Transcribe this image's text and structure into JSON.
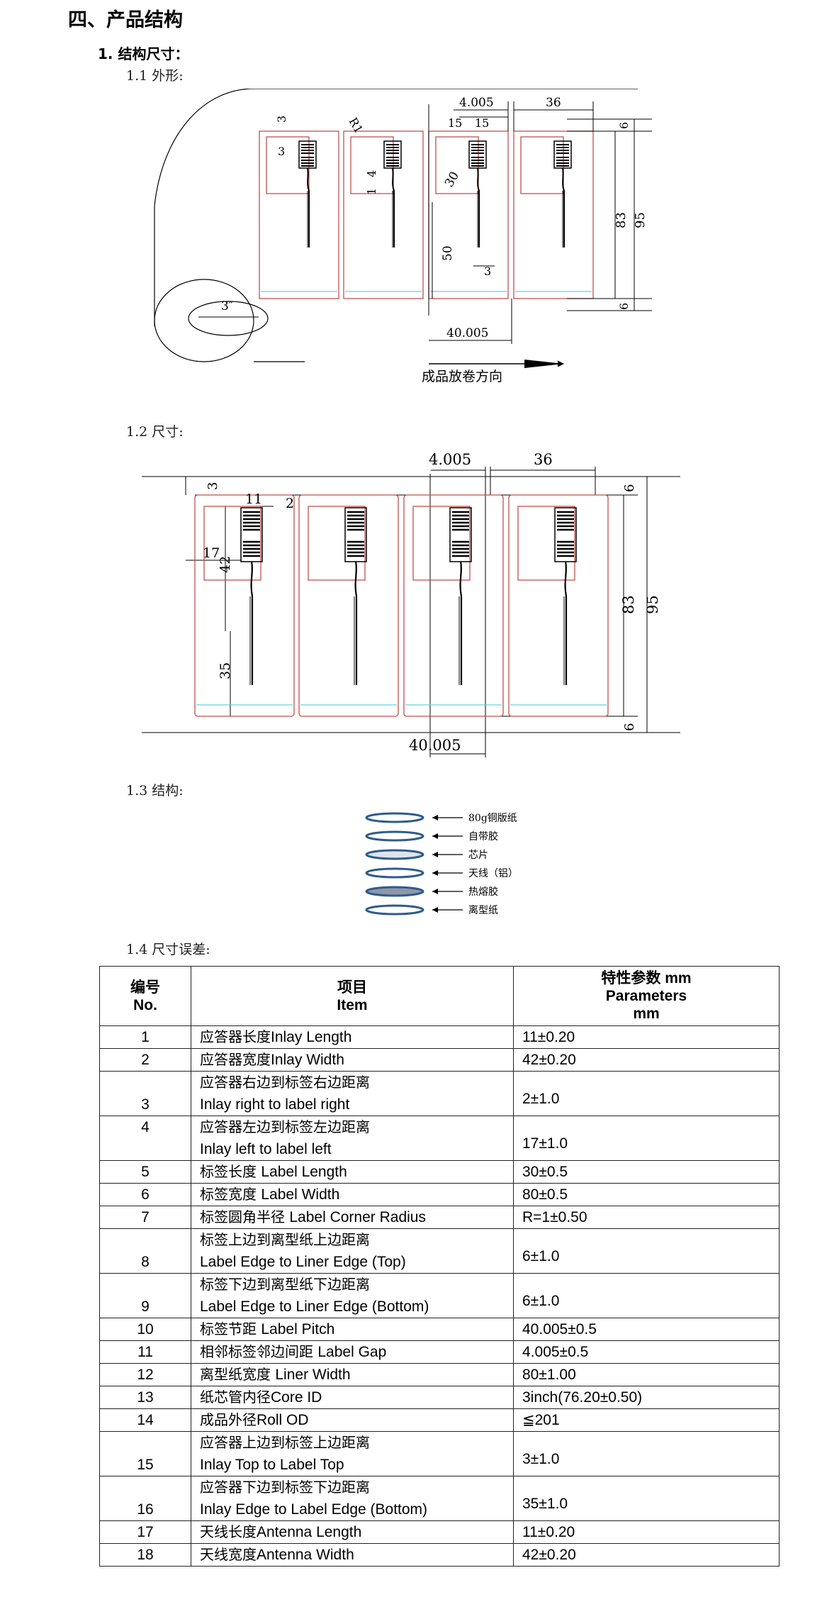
{
  "heading": "四、产品结构",
  "section1": "1.   结构尺寸：",
  "sub11": "1.1 外形:",
  "sub12": "1.2 尺寸:",
  "sub13": "1.3 结构:",
  "sub14": "1.4 尺寸误差:",
  "fig1": {
    "dims": {
      "gap": "4.005",
      "width36": "36",
      "w15a": "15",
      "w15b": "15",
      "r1": "R1",
      "d3a": "3",
      "d3b": "3",
      "d4": "4",
      "d1": "1",
      "d30": "30",
      "d50": "50",
      "d3c": "3",
      "d6top": "6",
      "d83": "83",
      "d95": "95",
      "d6bot": "6",
      "pitch": "40.005",
      "core": "3″"
    },
    "direction": "成品放卷方向"
  },
  "fig2": {
    "dims": {
      "gap": "4.005",
      "width36": "36",
      "d3": "3",
      "d11": "11",
      "d2": "2",
      "d17": "17",
      "d42": "42",
      "d35": "35",
      "d6top": "6",
      "d83": "83",
      "d95": "95",
      "d6bot": "6",
      "pitch": "40.005"
    }
  },
  "layers": [
    {
      "label": "80g铜版纸",
      "fill": "#ffffff"
    },
    {
      "label": "自带胶",
      "fill": "#ffffff"
    },
    {
      "label": "芯片",
      "fill": "#dfe3ea"
    },
    {
      "label": "天线（铝）",
      "fill": "#ffffff"
    },
    {
      "label": "热熔胶",
      "fill": "#8e97a8"
    },
    {
      "label": "离型纸",
      "fill": "#ffffff"
    }
  ],
  "colors": {
    "layer_stroke": "#2f5b8c",
    "outline_red": "#c0504d",
    "cyan_line": "#5fd3e0"
  },
  "table": {
    "headers": {
      "no_cn": "编号",
      "no_en": "No.",
      "item_cn": "项目",
      "item_en": "Item",
      "param_cn": "特性参数 mm",
      "param_en": "Parameters",
      "param_unit": "mm"
    },
    "rows": [
      {
        "no": "1",
        "cn": "应答器长度",
        "en": "Inlay Length",
        "two_line": false,
        "value": "11±0.20"
      },
      {
        "no": "2",
        "cn": "应答器宽度",
        "en": "Inlay Width",
        "two_line": false,
        "value": "42±0.20"
      },
      {
        "no": "3",
        "cn": "应答器右边到标签右边距离",
        "en": "Inlay right to label right",
        "two_line": true,
        "value": "2±1.0"
      },
      {
        "no": "4",
        "cn": "应答器左边到标签左边距离",
        "en": "Inlay left to label left",
        "two_line": true,
        "value": "17±1.0"
      },
      {
        "no": "5",
        "cn": "标签长度  ",
        "en": "Label Length",
        "two_line": false,
        "value": "30±0.5"
      },
      {
        "no": "6",
        "cn": "标签宽度  ",
        "en": "Label Width",
        "two_line": false,
        "value": "80±0.5"
      },
      {
        "no": "7",
        "cn": "标签圆角半径  ",
        "en": "Label Corner Radius",
        "two_line": false,
        "value": "R=1±0.50"
      },
      {
        "no": "8",
        "cn": "标签上边到离型纸上边距离",
        "en": "Label Edge to Liner Edge (Top)",
        "two_line": true,
        "value": "6±1.0"
      },
      {
        "no": "9",
        "cn": "标签下边到离型纸下边距离",
        "en": "Label Edge to Liner Edge (Bottom)",
        "two_line": true,
        "value": "6±1.0"
      },
      {
        "no": "10",
        "cn": "标签节距  ",
        "en": "Label Pitch",
        "two_line": false,
        "value": "40.005±0.5"
      },
      {
        "no": "11",
        "cn": "相邻标签邻边间距  ",
        "en": "Label Gap",
        "two_line": false,
        "value": "4.005±0.5"
      },
      {
        "no": "12",
        "cn": "离型纸宽度  ",
        "en": "Liner Width",
        "two_line": false,
        "value": "80±1.00"
      },
      {
        "no": "13",
        "cn": "纸芯管内径",
        "en": "Core ID",
        "two_line": false,
        "value": "3inch(76.20±0.50)"
      },
      {
        "no": "14",
        "cn": "成品外径",
        "en": "Roll OD",
        "two_line": false,
        "value": "≦201"
      },
      {
        "no": "15",
        "cn": "应答器上边到标签上边距离",
        "en": "Inlay Top to Label Top",
        "two_line": true,
        "value": "3±1.0"
      },
      {
        "no": "16",
        "cn": "应答器下边到标签下边距离",
        "en": "Inlay Edge to Label Edge (Bottom)",
        "two_line": true,
        "value": "35±1.0"
      },
      {
        "no": "17",
        "cn": "天线长度",
        "en": "Antenna Length",
        "two_line": false,
        "value": "11±0.20"
      },
      {
        "no": "18",
        "cn": "天线宽度",
        "en": "Antenna Width",
        "two_line": false,
        "value": "42±0.20"
      }
    ]
  }
}
